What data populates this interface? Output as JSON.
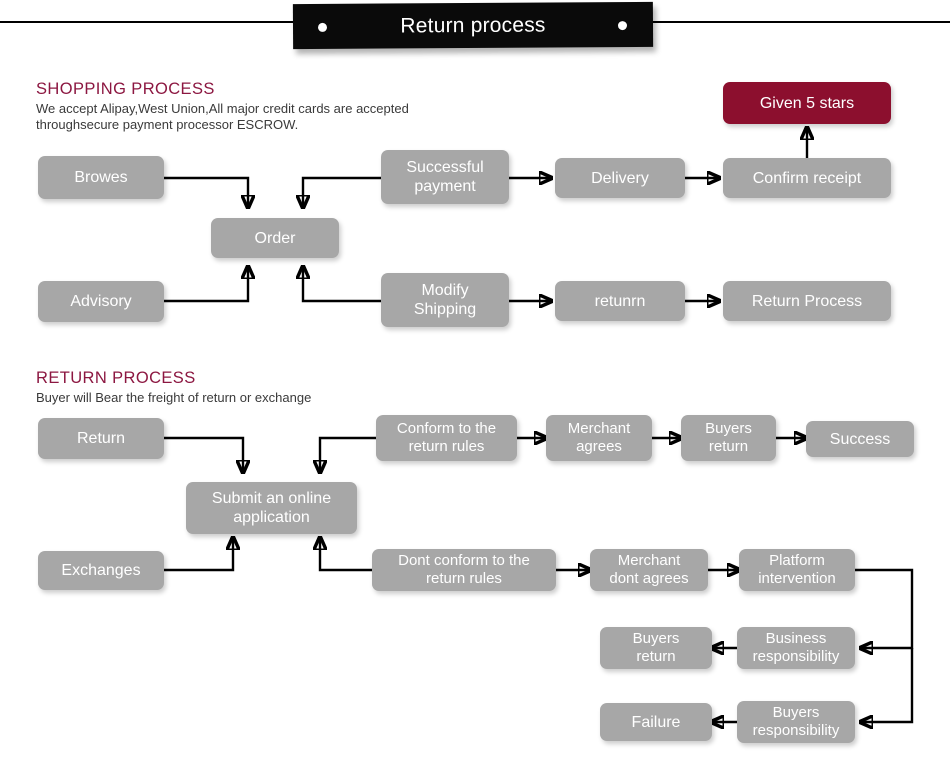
{
  "banner": {
    "title": "Return process",
    "dot_left": "bullet-dot",
    "dot_right": "bullet-dot"
  },
  "sections": [
    {
      "id": "shopping",
      "title": "SHOPPING PROCESS",
      "subtitle": "We accept Alipay,West Union,All major credit cards are accepted\nthroughsecure payment processor ESCROW."
    },
    {
      "id": "return",
      "title": "RETURN PROCESS",
      "subtitle": "Buyer will Bear the freight of return or exchange"
    }
  ],
  "colors": {
    "node_gray": "#a7a7a7",
    "node_accent": "#8C0F2E",
    "heading": "#8C1741",
    "banner_bg": "#0a0a0a",
    "connector": "#000000",
    "node_text": "#ffffff"
  },
  "shopping_nodes": [
    {
      "id": "browes",
      "label": "Browes"
    },
    {
      "id": "successful-payment",
      "label": "Successful\npayment"
    },
    {
      "id": "delivery",
      "label": "Delivery"
    },
    {
      "id": "confirm-receipt",
      "label": "Confirm receipt"
    },
    {
      "id": "given-5-stars",
      "label": "Given 5 stars"
    },
    {
      "id": "order",
      "label": "Order"
    },
    {
      "id": "advisory",
      "label": "Advisory"
    },
    {
      "id": "modify-shipping",
      "label": "Modify\nShipping"
    },
    {
      "id": "retunrn",
      "label": "retunrn"
    },
    {
      "id": "return-process",
      "label": "Return Process"
    }
  ],
  "return_nodes": [
    {
      "id": "return",
      "label": "Return"
    },
    {
      "id": "conform-return-rules",
      "label": "Conform to the\nreturn rules"
    },
    {
      "id": "merchant-agrees",
      "label": "Merchant\nagrees"
    },
    {
      "id": "buyers-return-top",
      "label": "Buyers\nreturn"
    },
    {
      "id": "success",
      "label": "Success"
    },
    {
      "id": "submit-online-application",
      "label": "Submit an online\napplication"
    },
    {
      "id": "exchanges",
      "label": "Exchanges"
    },
    {
      "id": "dont-conform-return-rules",
      "label": "Dont conform to the\nreturn rules"
    },
    {
      "id": "merchant-dont-agrees",
      "label": "Merchant\ndont agrees"
    },
    {
      "id": "platform-intervention",
      "label": "Platform\nintervention"
    },
    {
      "id": "buyers-return-mid",
      "label": "Buyers\nreturn"
    },
    {
      "id": "business-responsibility",
      "label": "Business\nresponsibility"
    },
    {
      "id": "failure",
      "label": "Failure"
    },
    {
      "id": "buyers-responsibility",
      "label": "Buyers\nresponsibility"
    }
  ]
}
